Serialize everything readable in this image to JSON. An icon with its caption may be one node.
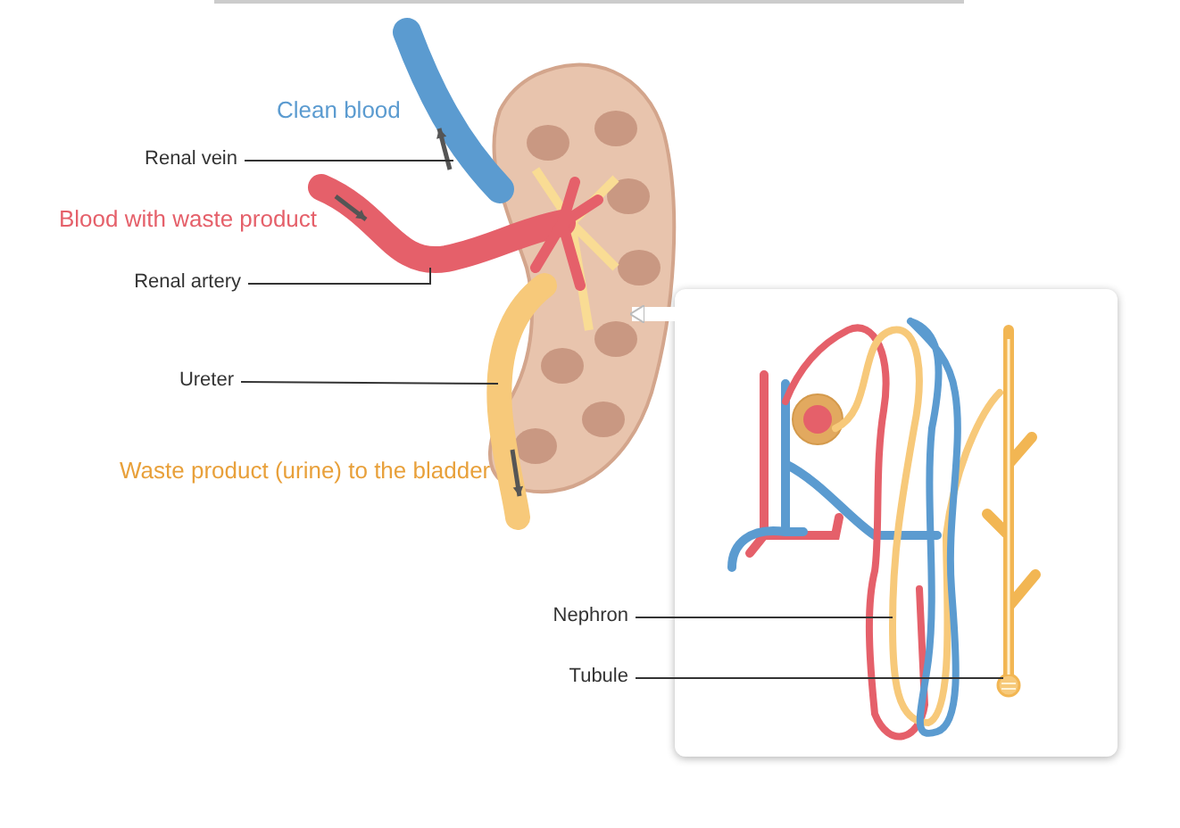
{
  "diagram": {
    "nodes": [
      {
        "text": [
          "Renal vein"
        ]
      },
      {
        "text": [],
        "shape": "picture"
      },
      {
        "text": [
          "Renal artery"
        ]
      },
      {
        "text": [],
        "shape": "picture"
      },
      {
        "text": [
          "Ureter"
        ]
      },
      {
        "text": [],
        "shape": "picture"
      },
      {
        "text": [],
        "shape": "picture"
      },
      {
        "text": [],
        "shape": "box"
      },
      {
        "text": [
          "Nephron"
        ]
      },
      {
        "text": [],
        "shape": "picture",
        "in": 7
      },
      {
        "text": [
          "Tubule"
        ]
      },
      {
        "text": [],
        "shape": "picture",
        "in": 7
      }
    ],
    "edges": [
      {
        "from": 0,
        "to": 1,
        "arrow": "none"
      },
      {
        "from": 2,
        "to": 3,
        "arrow": "none"
      },
      {
        "from": 4,
        "to": 5,
        "arrow": "none"
      },
      {
        "from": 7,
        "to": 6,
        "arrow": "to",
        "style": "thick",
        "color": "#ffffff"
      },
      {
        "from": 8,
        "to": 9,
        "arrow": "none"
      },
      {
        "from": 10,
        "to": 11,
        "arrow": "none"
      }
    ],
    "labels": [
      "Clean blood",
      "Blood with waste product",
      "Waste product (urine) to the bladder"
    ]
  }
}
